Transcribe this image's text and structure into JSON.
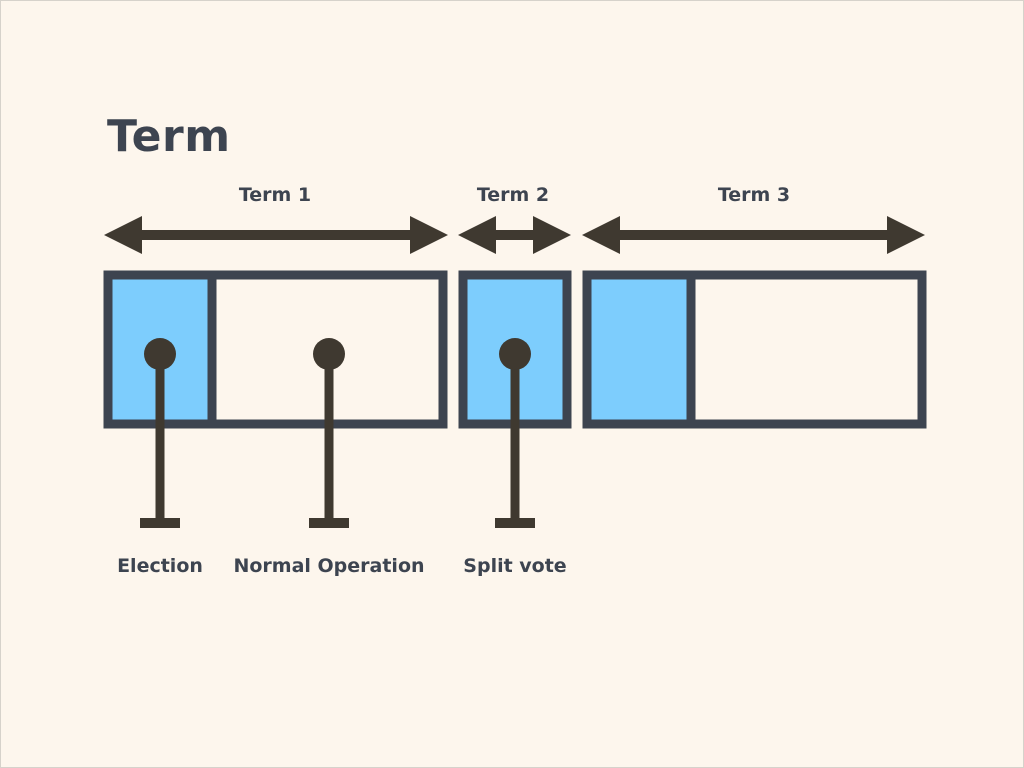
{
  "slide": {
    "title": "Term"
  },
  "terms": [
    {
      "label": "Term 1"
    },
    {
      "label": "Term 2"
    },
    {
      "label": "Term 3"
    }
  ],
  "phases": [
    {
      "label": "Election"
    },
    {
      "label": "Normal Operation"
    },
    {
      "label": "Split vote"
    }
  ],
  "colors": {
    "background": "#fdf6ed",
    "box_border": "#3d4450",
    "election_fill": "#7dcdfd",
    "normal_fill": "#fdf6ed",
    "arrow": "#3f3930",
    "pin": "#3f3930",
    "text": "#3d4450"
  }
}
